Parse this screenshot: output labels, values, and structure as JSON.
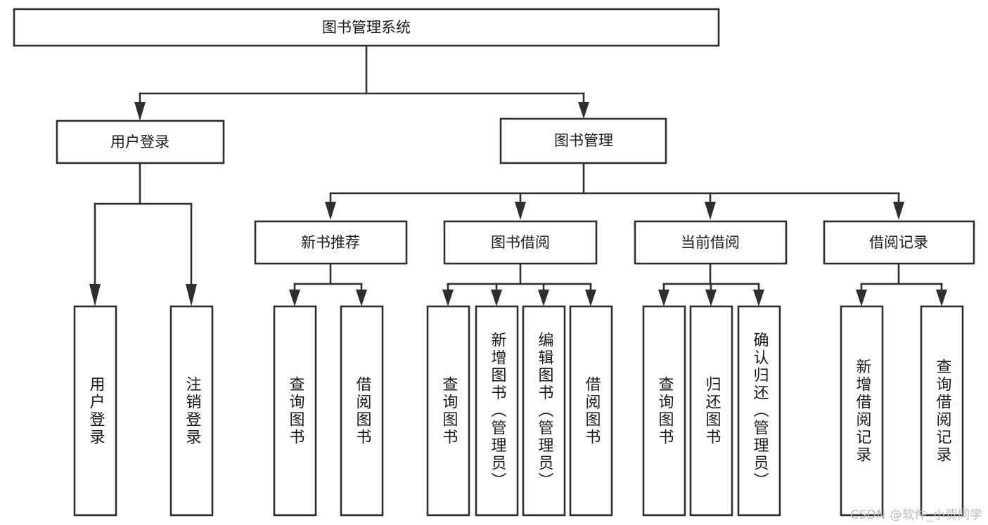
{
  "diagram": {
    "title": "图书管理系统",
    "type": "tree-hierarchy",
    "watermark": "CSDN @软件_小贺同学",
    "colors": {
      "stroke": "#2f2f2f",
      "fill": "#ffffff",
      "text": "#1a1a1a",
      "watermark": "#b9b9b9"
    },
    "root": {
      "label": "图书管理系统"
    },
    "level2": [
      {
        "id": "user-login",
        "label": "用户登录"
      },
      {
        "id": "book-management",
        "label": "图书管理"
      }
    ],
    "level3": [
      {
        "id": "new-book-recommend",
        "label": "新书推荐"
      },
      {
        "id": "book-borrow",
        "label": "图书借阅"
      },
      {
        "id": "current-borrow",
        "label": "当前借阅"
      },
      {
        "id": "borrow-record",
        "label": "借阅记录"
      }
    ],
    "leaves": {
      "user_login": [
        {
          "id": "leaf-user-login",
          "label": "用户登录"
        },
        {
          "id": "leaf-logout-login",
          "label": "注销登录"
        }
      ],
      "new_book_recommend": [
        {
          "id": "leaf-query-book-1",
          "label": "查询图书"
        },
        {
          "id": "leaf-borrow-book-1",
          "label": "借阅图书"
        }
      ],
      "book_borrow": [
        {
          "id": "leaf-query-book-2",
          "label": "查询图书"
        },
        {
          "id": "leaf-add-book",
          "label": "新增图书（管理员）"
        },
        {
          "id": "leaf-edit-book",
          "label": "编辑图书（管理员）"
        },
        {
          "id": "leaf-borrow-book-2",
          "label": "借阅图书"
        }
      ],
      "current_borrow": [
        {
          "id": "leaf-query-book-3",
          "label": "查询图书"
        },
        {
          "id": "leaf-return-book",
          "label": "归还图书"
        },
        {
          "id": "leaf-confirm-return",
          "label": "确认归还（管理员）"
        }
      ],
      "borrow_record": [
        {
          "id": "leaf-add-record",
          "label": "新增借阅记录"
        },
        {
          "id": "leaf-query-record",
          "label": "查询借阅记录"
        }
      ]
    }
  }
}
